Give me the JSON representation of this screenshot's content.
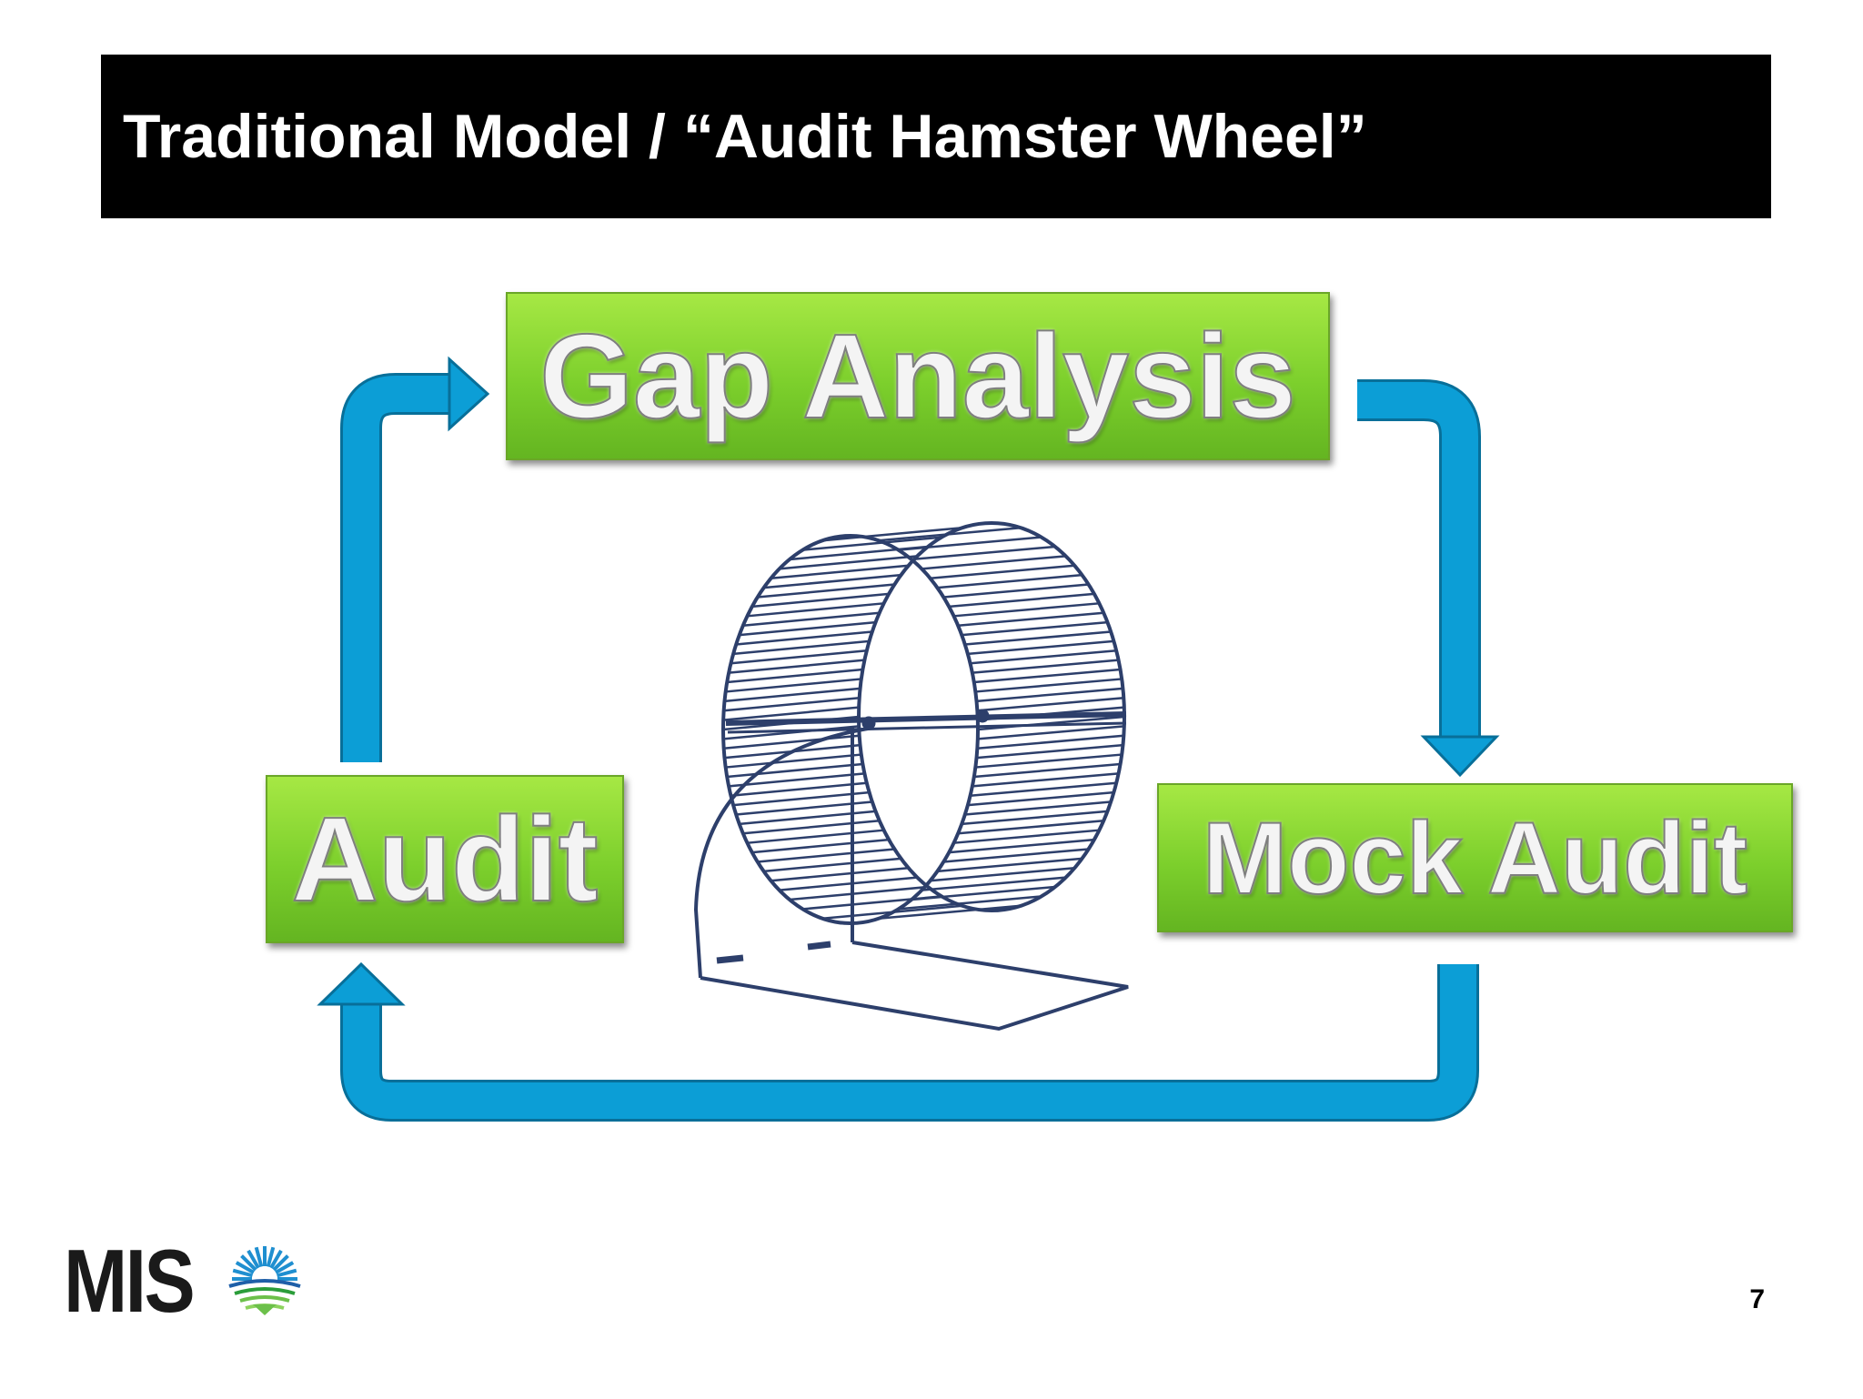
{
  "slide": {
    "title": "Traditional Model / “Audit Hamster Wheel”",
    "page_number": "7"
  },
  "cycle": {
    "steps": [
      {
        "id": "gap",
        "label": "Gap Analysis"
      },
      {
        "id": "mock",
        "label": "Mock Audit"
      },
      {
        "id": "audit",
        "label": "Audit"
      }
    ],
    "arrow_color": "#0c9ed6",
    "box_color": "#7ccf2c"
  },
  "illustration": {
    "icon": "hamster-wheel-icon",
    "color": "#2d3f6b"
  },
  "footer": {
    "logo_text": "MIS",
    "logo_icon": "miso-sun-logo-icon"
  }
}
